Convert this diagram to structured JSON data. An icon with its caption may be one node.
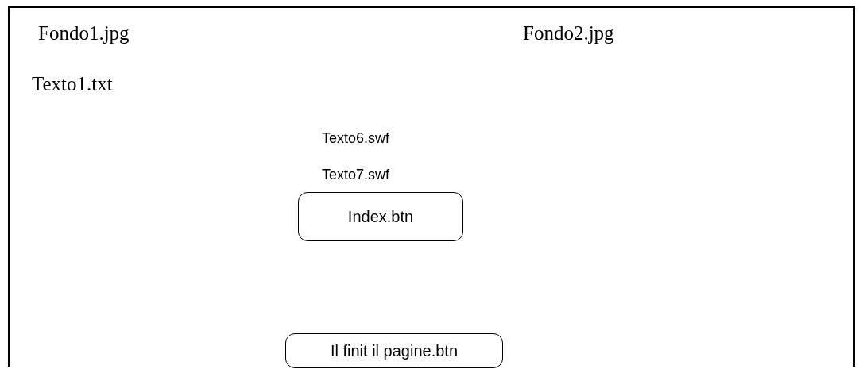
{
  "diagram": {
    "nodes": [
      {
        "text": [
          "Index.btn"
        ]
      },
      {
        "text": [
          "Il finit il pagine.btn"
        ]
      }
    ],
    "labels": [
      "Fondo1.jpg",
      "Fondo2.jpg",
      "Texto1.txt",
      "Texto6.swf",
      "Texto7.swf"
    ]
  }
}
